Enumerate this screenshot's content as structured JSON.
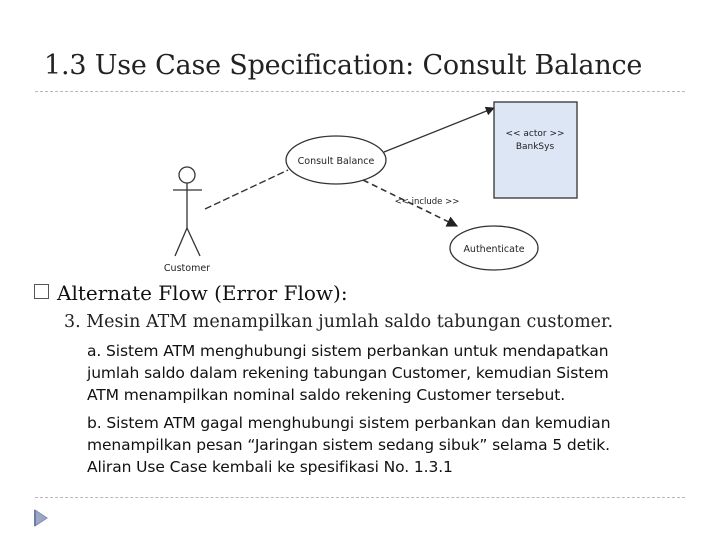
{
  "slide": {
    "title": "1.3 Use Case Specification: Consult Balance"
  },
  "diagram": {
    "actor_customer": "Customer",
    "actor_banksys_stereotype": "<< actor >>",
    "actor_banksys_name": "BankSys",
    "usecase_consult": "Consult Balance",
    "usecase_authenticate": "Authenticate",
    "include_label": "<< include >>",
    "colors": {
      "actor_box": "#dde6f5",
      "stroke": "#333333"
    }
  },
  "content": {
    "bullet_heading": "Alternate Flow (Error Flow):",
    "step3": "3. Mesin ATM menampilkan jumlah saldo tabungan customer.",
    "sub_a": [
      "a. Sistem ATM menghubungi sistem perbankan untuk mendapatkan",
      "jumlah saldo dalam rekening tabungan Customer, kemudian Sistem",
      "ATM menampilkan nominal saldo rekening Customer tersebut."
    ],
    "sub_b": [
      "b. Sistem ATM gagal menghubungi sistem perbankan dan kemudian",
      "menampilkan pesan “Jaringan sistem sedang sibuk” selama 5 detik.",
      "Aliran Use Case kembali ke spesifikasi No. 1.3.1"
    ]
  },
  "navigation": {
    "icon": "slide-nav-icon"
  }
}
